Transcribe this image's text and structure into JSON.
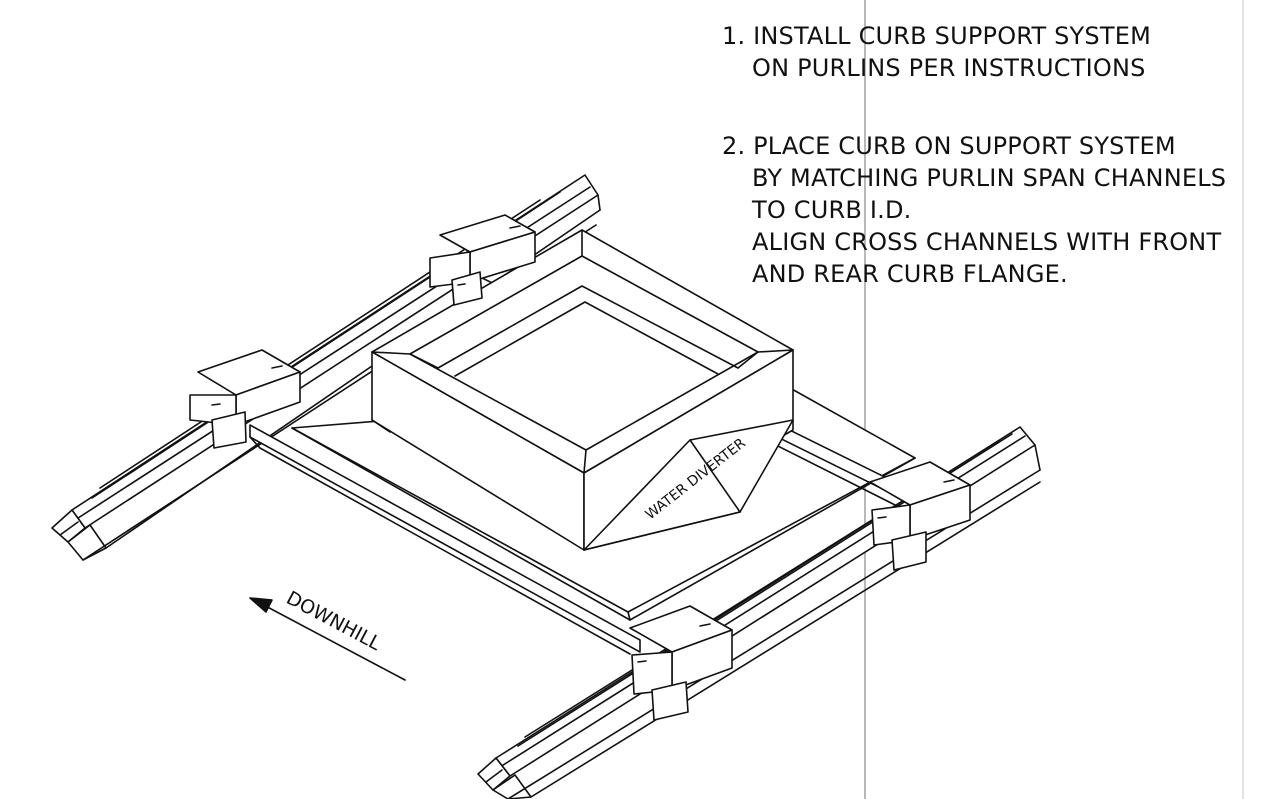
{
  "instructions": {
    "step1": {
      "line1": "1. INSTALL CURB SUPPORT SYSTEM",
      "line2": "ON PURLINS PER INSTRUCTIONS"
    },
    "step2": {
      "line1": "2. PLACE CURB ON SUPPORT SYSTEM",
      "line2": "BY MATCHING PURLIN SPAN CHANNELS",
      "line3": "TO CURB I.D.",
      "line4": "ALIGN CROSS CHANNELS WITH FRONT",
      "line5": "AND REAR CURB FLANGE."
    }
  },
  "labels": {
    "water_diverter": "WATER DIVERTER",
    "downhill": "DOWNHILL"
  },
  "colors": {
    "ink": "#111111",
    "guide_line": "#999999",
    "paper": "#ffffff"
  }
}
